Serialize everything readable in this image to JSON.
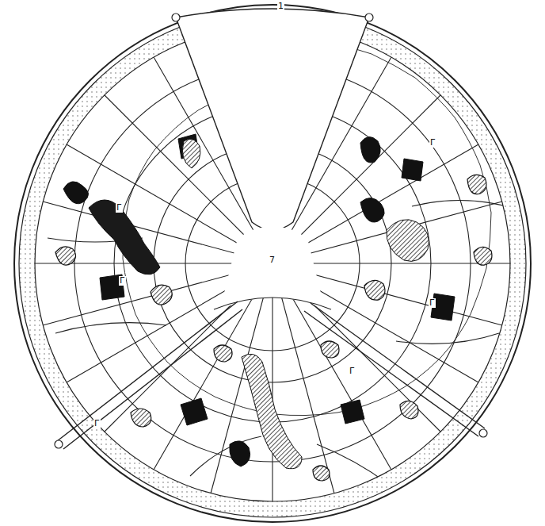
{
  "diagram": {
    "labels": [
      "1",
      "Г",
      "Г",
      "Г",
      "Г",
      "Г",
      "Г",
      "7"
    ]
  }
}
